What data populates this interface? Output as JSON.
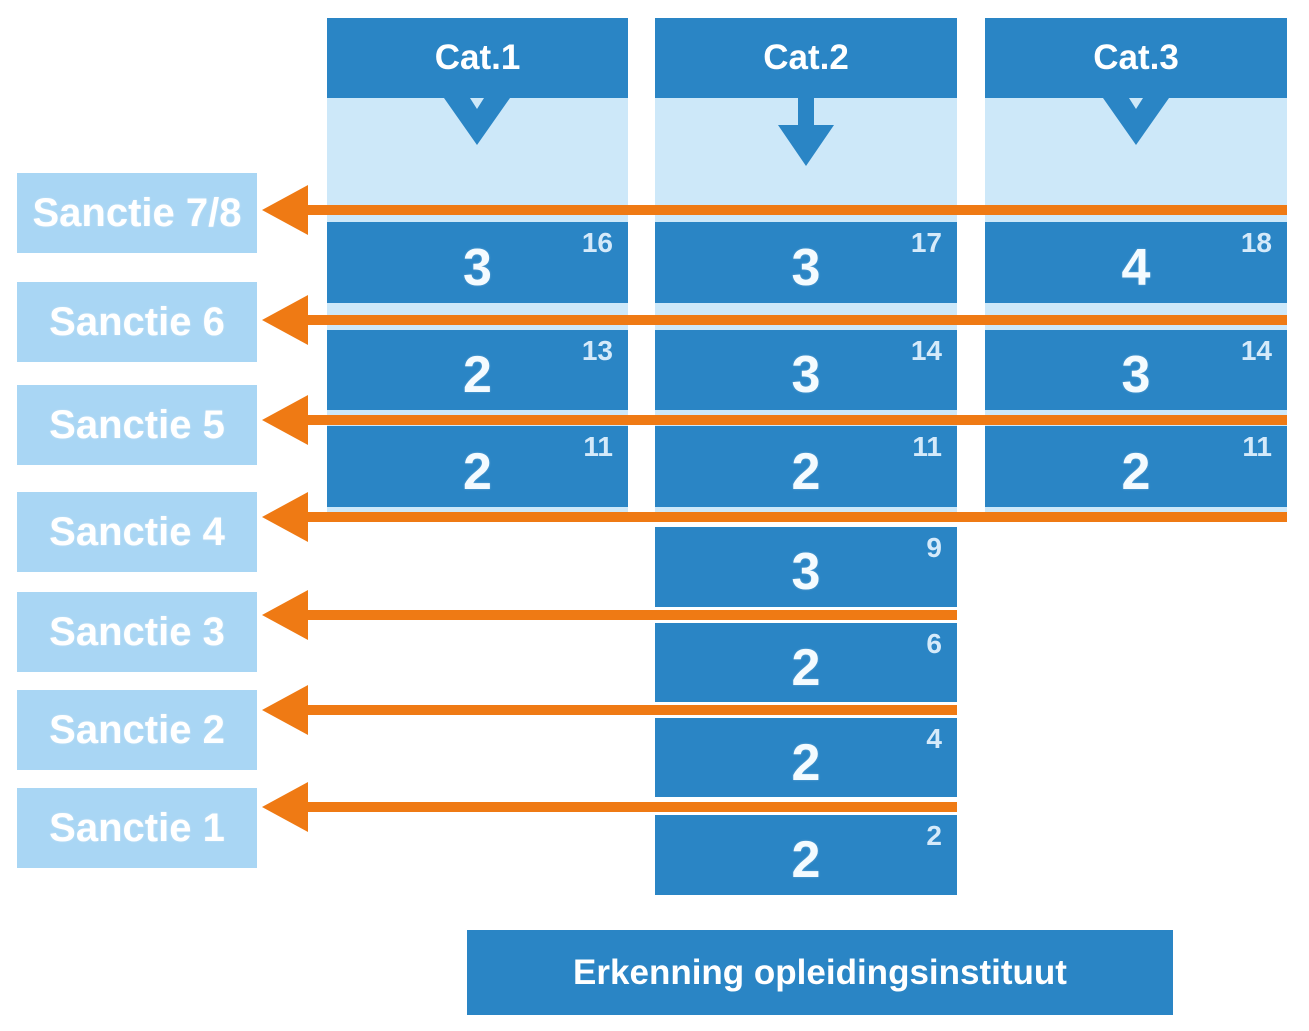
{
  "colors": {
    "dark_blue": "#2a85c5",
    "light_blue_track": "#cde8f9",
    "light_blue_label": "#a9d6f4",
    "orange": "#ef7a14",
    "text_white": "#ffffff",
    "superscript_blue_white": "#d5eafa"
  },
  "sanctions": [
    {
      "label": "Sanctie 7/8"
    },
    {
      "label": "Sanctie 6"
    },
    {
      "label": "Sanctie 5"
    },
    {
      "label": "Sanctie 4"
    },
    {
      "label": "Sanctie 3"
    },
    {
      "label": "Sanctie 2"
    },
    {
      "label": "Sanctie 1"
    }
  ],
  "columns": [
    {
      "label": "Cat.1",
      "rows": [
        {
          "value": "3",
          "sup": "16"
        },
        {
          "value": "2",
          "sup": "13"
        },
        {
          "value": "2",
          "sup": "11"
        }
      ]
    },
    {
      "label": "Cat.2",
      "rows": [
        {
          "value": "3",
          "sup": "17"
        },
        {
          "value": "3",
          "sup": "14"
        },
        {
          "value": "2",
          "sup": "11"
        },
        {
          "value": "3",
          "sup": "9"
        },
        {
          "value": "2",
          "sup": "6"
        },
        {
          "value": "2",
          "sup": "4"
        },
        {
          "value": "2",
          "sup": "2"
        }
      ]
    },
    {
      "label": "Cat.3",
      "rows": [
        {
          "value": "4",
          "sup": "18"
        },
        {
          "value": "3",
          "sup": "14"
        },
        {
          "value": "2",
          "sup": "11"
        }
      ]
    }
  ],
  "banner": {
    "label": "Erkenning opleidingsinstituut"
  }
}
